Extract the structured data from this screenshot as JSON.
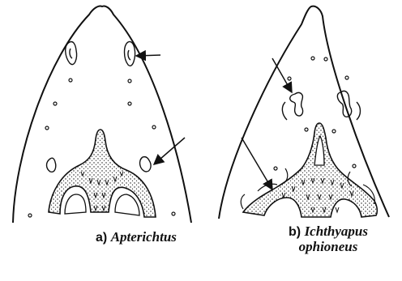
{
  "panels": [
    {
      "letter": "a)",
      "taxon": "Apterichtus"
    },
    {
      "letter": "b)",
      "taxon_line1": "Ichthyapus",
      "taxon_line2": "ophioneus"
    }
  ],
  "colors": {
    "ink": "#111111",
    "background": "#ffffff"
  }
}
